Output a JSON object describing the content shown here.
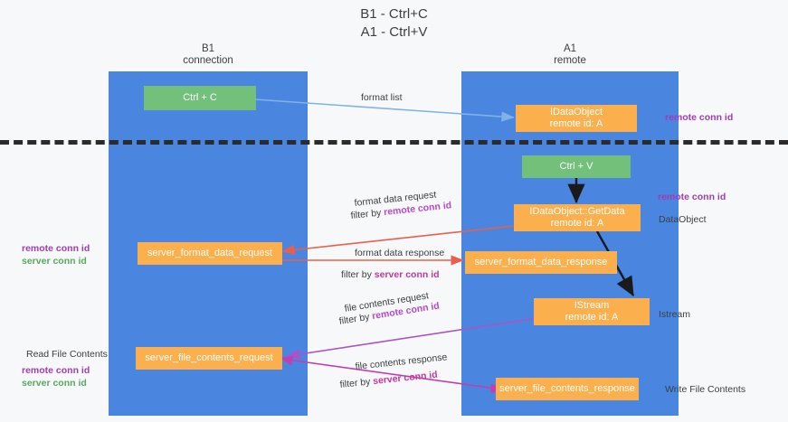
{
  "title": {
    "line1": "B1 - Ctrl+C",
    "line2": "A1 - Ctrl+V"
  },
  "columns": [
    {
      "name": "B1",
      "role": "connection"
    },
    {
      "name": "A1",
      "role": "remote"
    }
  ],
  "boxes": {
    "ctrl_c": "Ctrl + C",
    "idataobject": "IDataObject\nremote id: A",
    "ctrl_v": "Ctrl + V",
    "getdata": "IDataObject::GetData\nremote id: A",
    "server_format_data_request": "server_format_data_request",
    "server_format_data_response": "server_format_data_response",
    "istream": "IStream\nremote id: A",
    "server_file_contents_request": "server_file_contents_request",
    "server_file_contents_response": "server_file_contents_response"
  },
  "edges": {
    "format_list": "format list",
    "format_data_request": "format data request",
    "format_data_request_filter_prefix": "filter by ",
    "format_data_request_filter_key": "remote conn id",
    "format_data_response": "format data response",
    "format_data_response_filter_prefix": "filter by ",
    "format_data_response_filter_key": "server conn id",
    "file_contents_request": "file contents request",
    "file_contents_request_filter_prefix": "filter by ",
    "file_contents_request_filter_key": "remote conn id",
    "file_contents_response": "file contents response",
    "file_contents_response_filter_prefix": "filter by ",
    "file_contents_response_filter_key": "server conn id"
  },
  "annotations": {
    "right_remote_conn_id_top": "remote conn id",
    "right_remote_conn_id_mid": "remote conn id",
    "right_dataobject": "DataObject",
    "right_istream": "Istream",
    "right_write_file_contents": "Write File Contents",
    "left_remote_conn_id_mid": "remote conn id",
    "left_server_conn_id_mid": "server conn id",
    "left_read_file_contents": "Read File Contents",
    "left_remote_conn_id_bottom": "remote conn id",
    "left_server_conn_id_bottom": "server conn id"
  },
  "colors": {
    "lane": "#4a86e0",
    "green_box": "#72c07a",
    "orange_box": "#fbb04d",
    "purple_text": "#a33bb5",
    "green_text": "#5aa85f",
    "arrow_blue": "#7fb3e8",
    "arrow_red": "#e8604c",
    "arrow_black": "#1a1a1a",
    "arrow_magenta": "#c13fb0",
    "arrow_purple": "#a855c8",
    "separator": "#2b2b2b"
  }
}
